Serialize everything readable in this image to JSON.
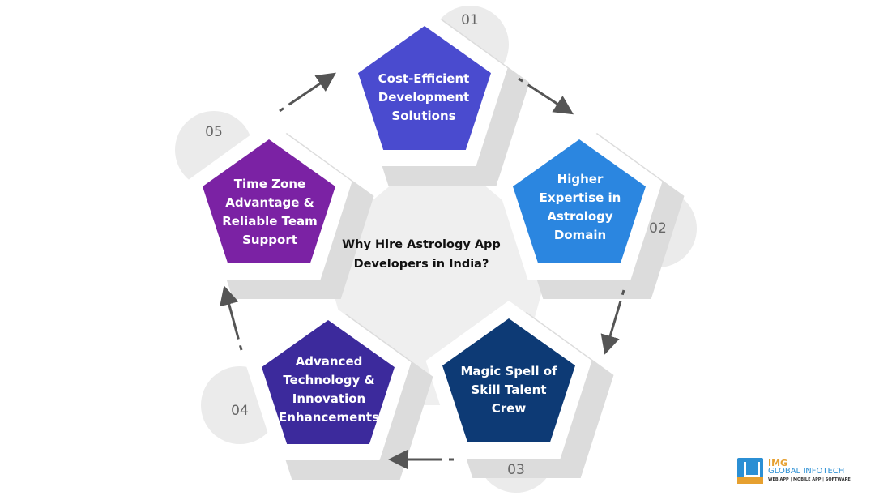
{
  "title": "Why Hire Astrology App Developers in India?",
  "items": [
    {
      "number": "01",
      "label": "Cost-Efficient Development Solutions",
      "color": "#4a4bcf"
    },
    {
      "number": "02",
      "label": "Higher Expertise in Astrology Domain",
      "color": "#2b86e0"
    },
    {
      "number": "03",
      "label": "Magic Spell of Skill Talent Crew",
      "color": "#0d3a75"
    },
    {
      "number": "04",
      "label": "Advanced Technology & Innovation Enhancements",
      "color": "#3c2a9c"
    },
    {
      "number": "05",
      "label": "Time Zone Advantage & Reliable Team Support",
      "color": "#7b22a4"
    }
  ],
  "logo": {
    "brand": "IMG",
    "name": "GLOBAL INFOTECH",
    "tagline": "WEB APP | MOBILE APP | SOFTWARE"
  }
}
